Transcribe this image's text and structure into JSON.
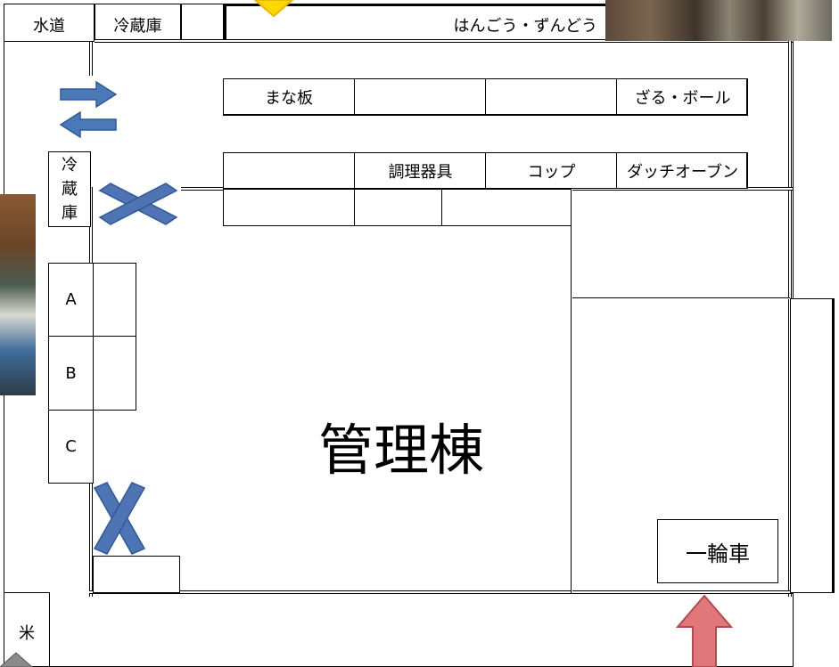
{
  "top_row": {
    "water": "水道",
    "fridge": "冷蔵庫",
    "hangou": "はんごう・ずんどう"
  },
  "shelf_top": [
    "まな板",
    "",
    "",
    "ざる・ボール"
  ],
  "shelf_bottom": [
    "",
    "調理器具",
    "コップ",
    "ダッチオーブン"
  ],
  "side_fridge": "冷\n蔵\n庫",
  "stalls": [
    "A",
    "B",
    "C"
  ],
  "building": "管理棟",
  "wheelbarrow": "一輪車",
  "rice": "米",
  "colors": {
    "blue_arrow": "#4a78b8",
    "blue_cross": "#4f74b3",
    "red_arrow": "#e0777a",
    "yellow_marker": "#ffd700"
  }
}
